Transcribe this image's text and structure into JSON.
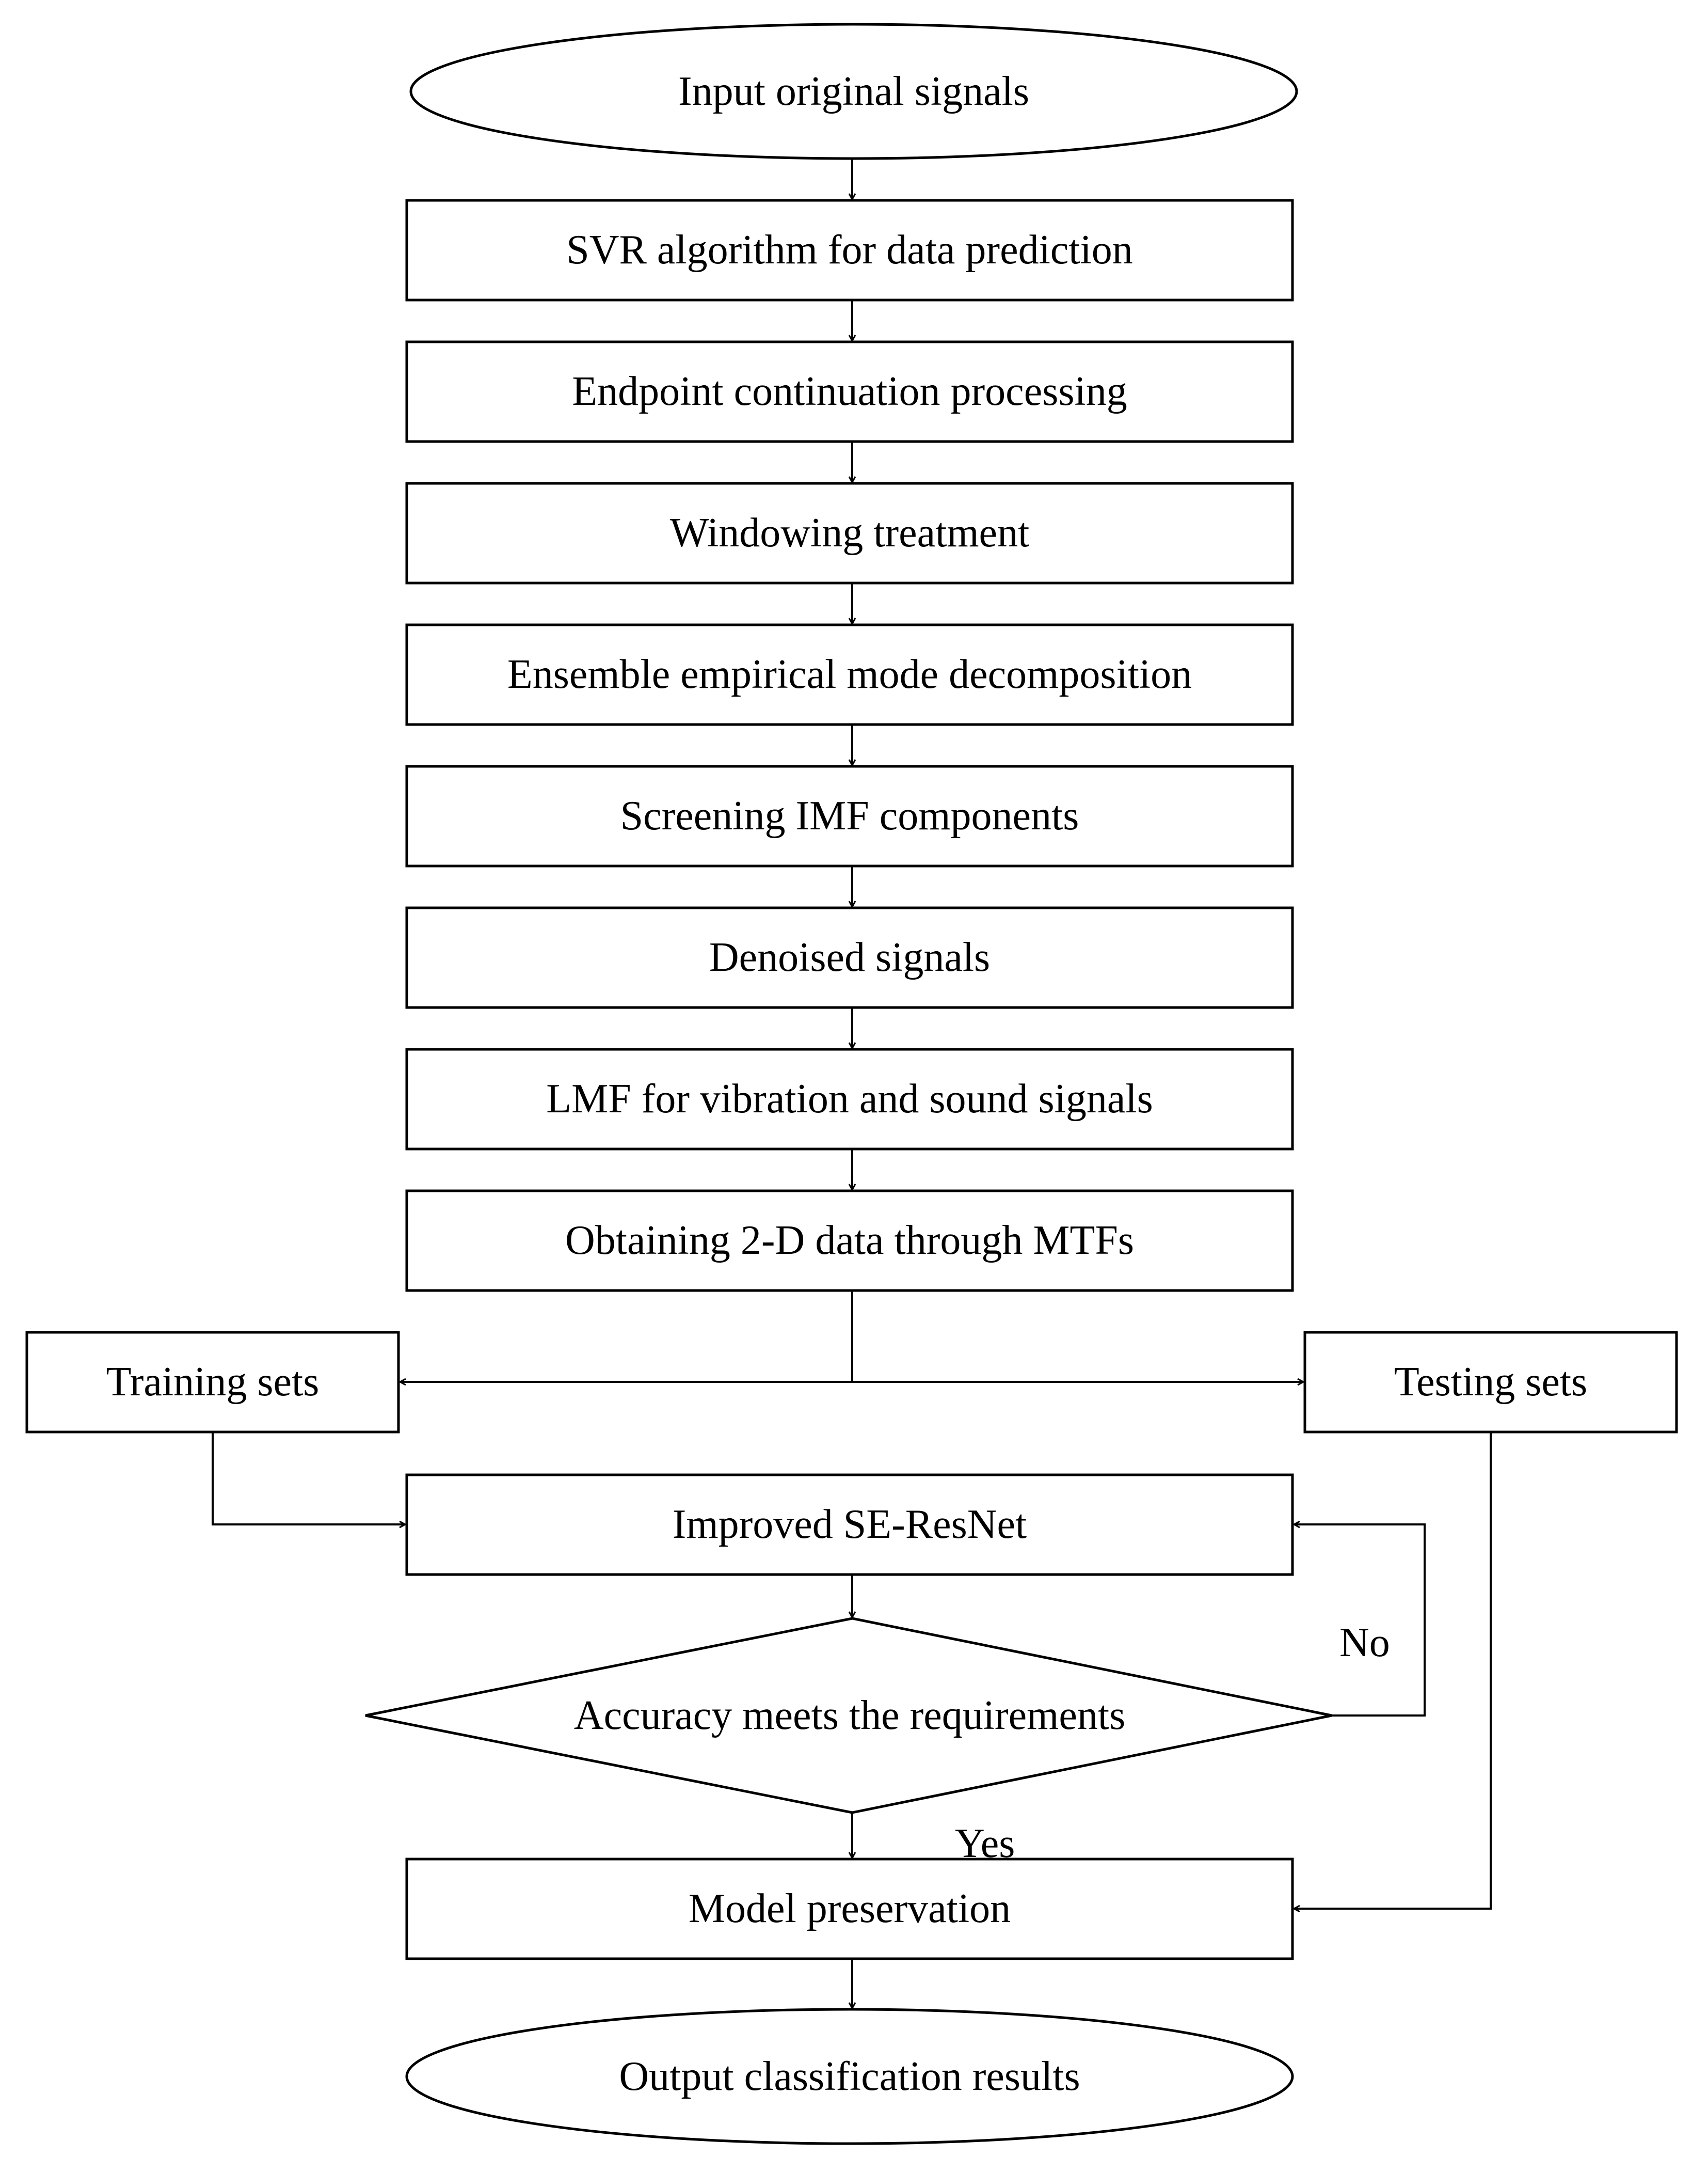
{
  "diagram": {
    "start": "Input original signals",
    "steps": [
      "SVR algorithm for data prediction",
      "Endpoint continuation processing",
      "Windowing treatment",
      "Ensemble empirical mode decomposition",
      "Screening IMF components",
      "Denoised signals",
      "LMF for vibration and sound signals",
      "Obtaining 2-D data through MTFs"
    ],
    "training_sets": "Training sets",
    "testing_sets": "Testing sets",
    "model": "Improved SE-ResNet",
    "decision": "Accuracy meets the requirements",
    "no_label": "No",
    "yes_label": "Yes",
    "preservation": "Model preservation",
    "end": "Output classification results"
  }
}
